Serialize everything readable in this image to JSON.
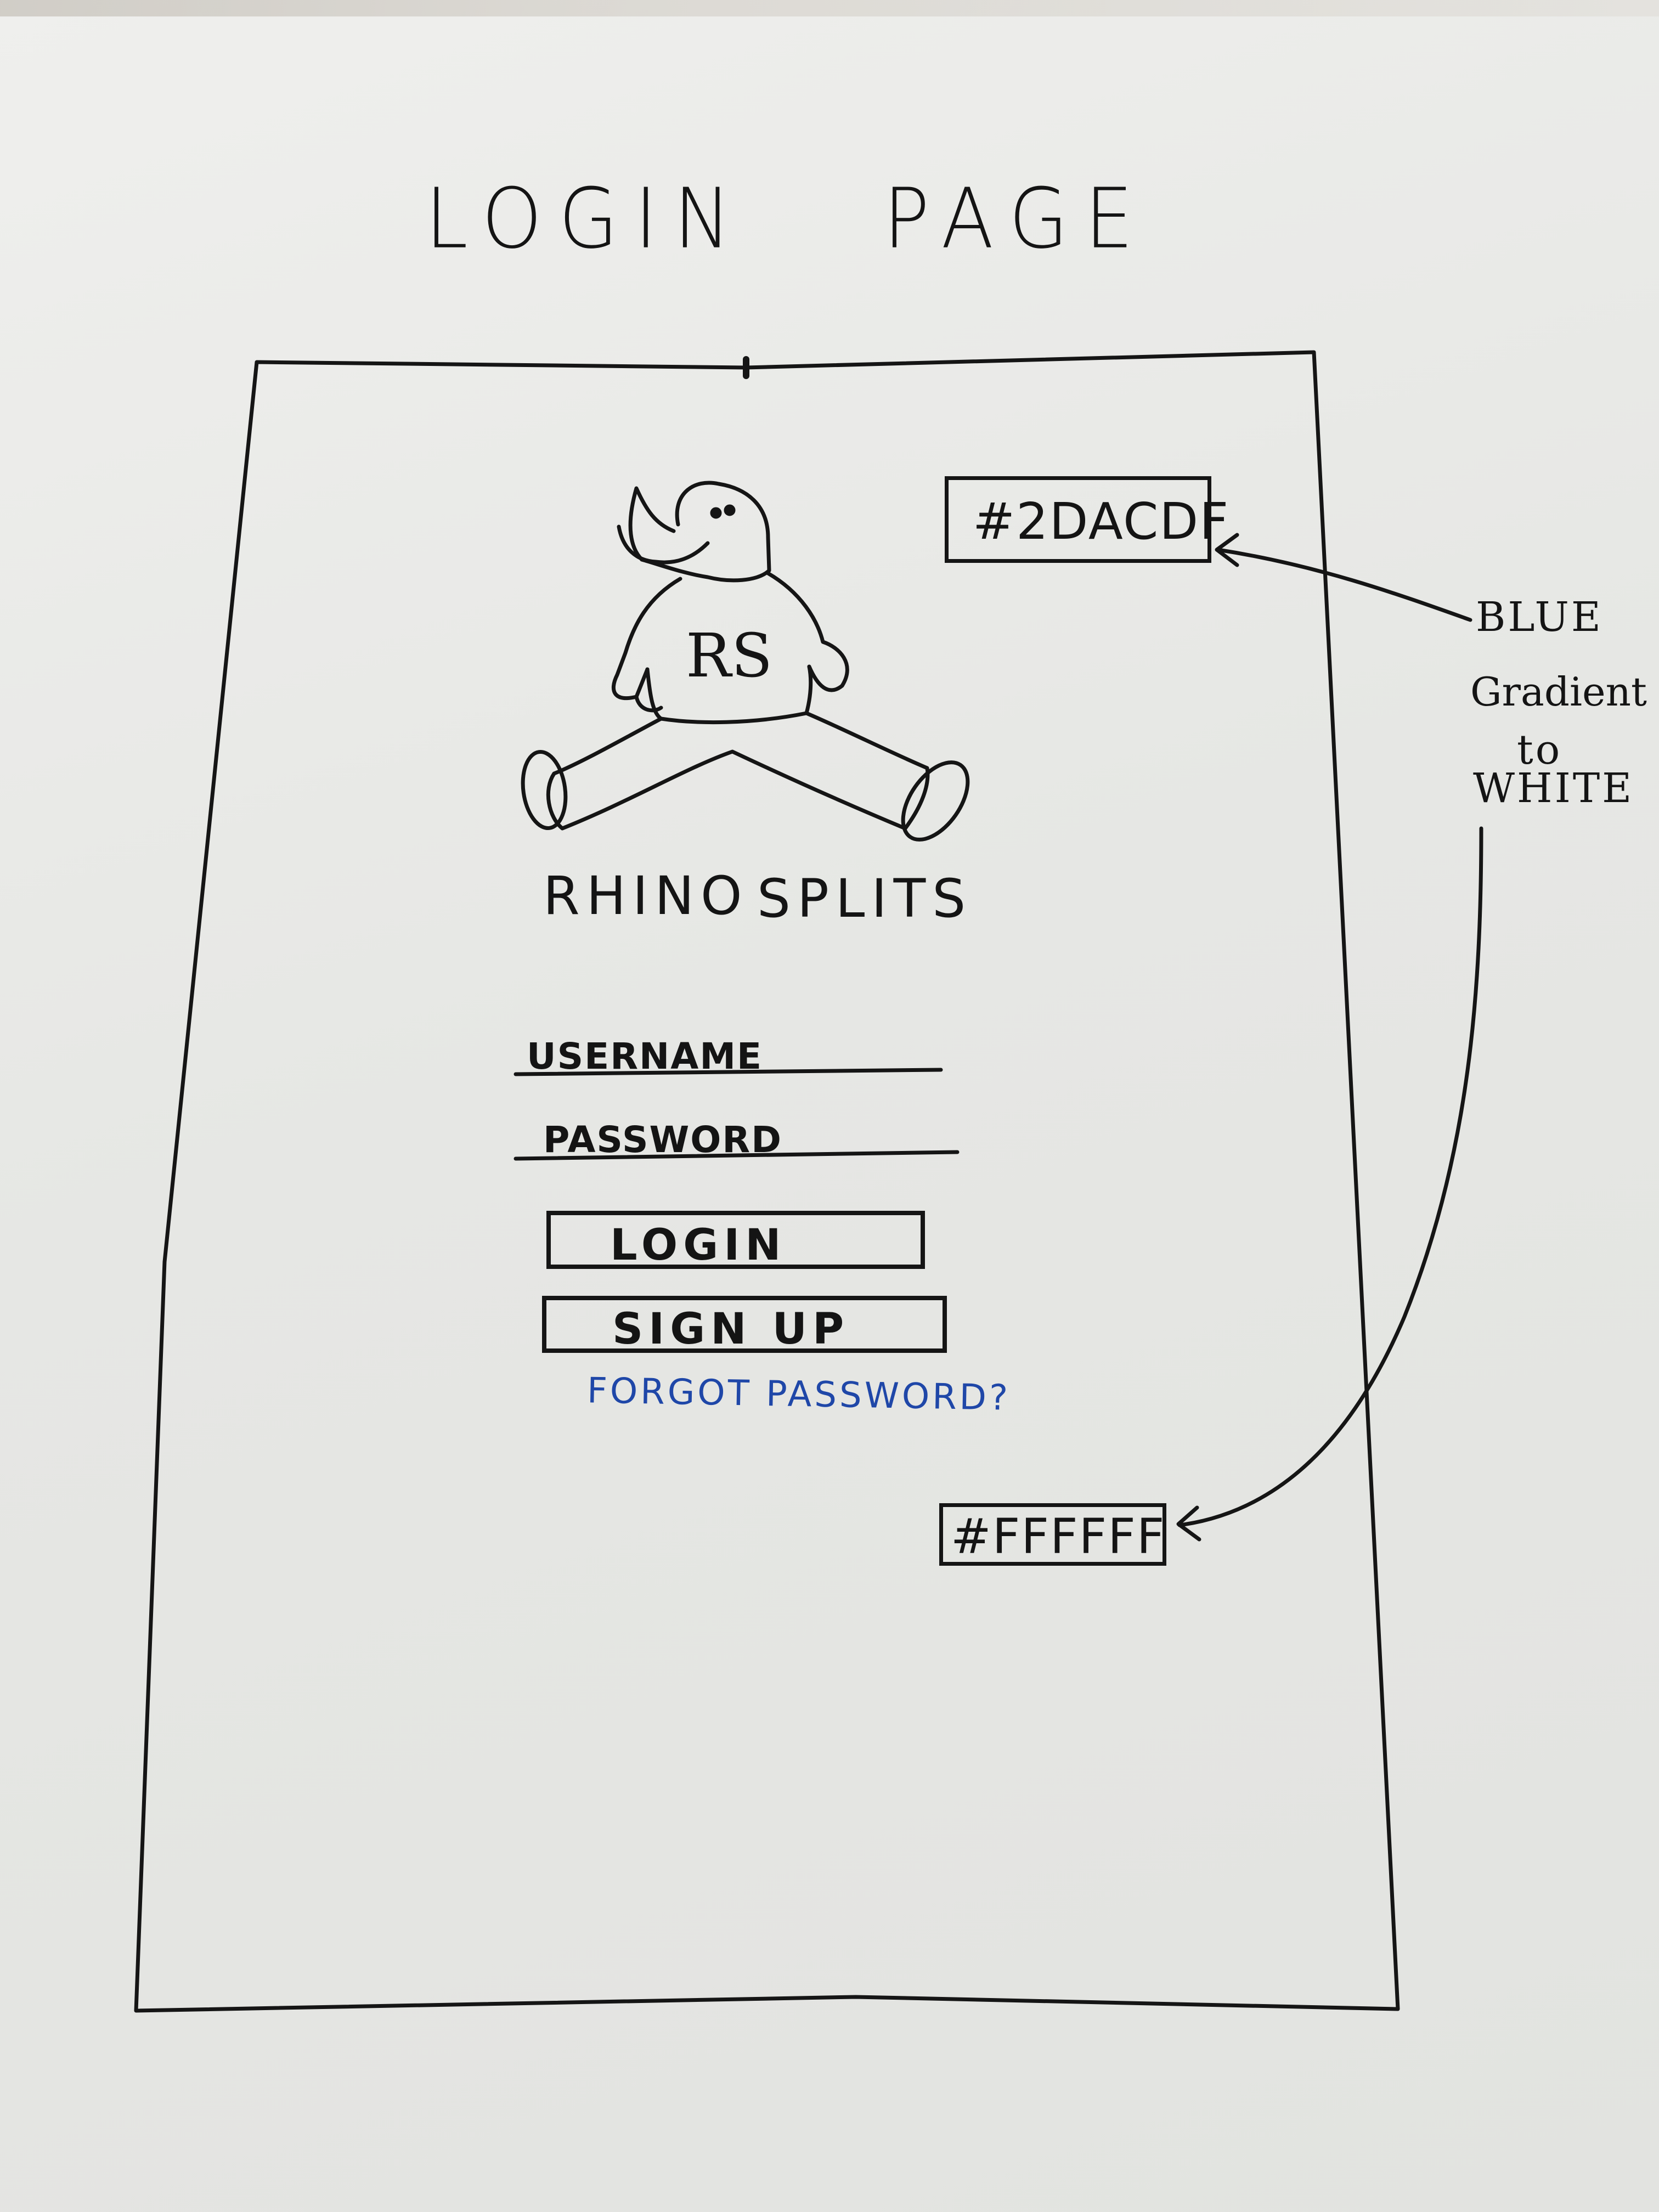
{
  "page_title": {
    "word1": "LOGIN",
    "word2": "PAGE"
  },
  "logo": {
    "icon": "rhino-mascot-icon",
    "shirt_text": "RS"
  },
  "brand": {
    "word1": "RHINO",
    "word2": "SPLITS"
  },
  "form": {
    "username_label": "USERNAME",
    "password_label": "PASSWORD",
    "login_button": "LOGIN",
    "signup_button": "SIGN UP",
    "forgot_link": "FORGOT PASSWORD?"
  },
  "gradient": {
    "top_color_label": "#2DACDF",
    "bottom_color_label": "#FFFFFF",
    "note_lines": [
      "BLUE",
      "Gradient",
      "to",
      "WHITE"
    ],
    "top_color": "#2DACDF",
    "bottom_color": "#FFFFFF"
  },
  "colors": {
    "ink": "#151515",
    "link_ink": "#1f47a8",
    "paper": "#e8e9e6"
  }
}
